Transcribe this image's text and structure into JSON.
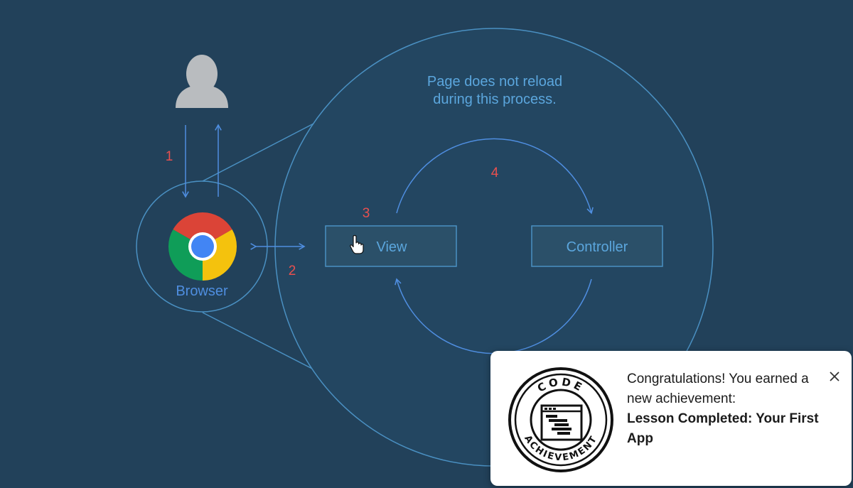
{
  "diagram": {
    "note_line1": "Page does not reload",
    "note_line2": "during this process.",
    "browser_label": "Browser",
    "view_label": "View",
    "controller_label": "Controller",
    "step_numbers": [
      "1",
      "2",
      "3",
      "4"
    ],
    "colors": {
      "background": "#22415a",
      "line": "#4a90c2",
      "arrow": "#4f8ee0",
      "text": "#5ba6dd",
      "step": "#e8504f",
      "box_fill": "#2b5069",
      "user_icon": "#b9bcbf"
    },
    "icons": [
      "user-icon",
      "chrome-icon",
      "hand-pointer-icon"
    ]
  },
  "notification": {
    "message": "Congratulations! You earned a new achievement:",
    "achievement": "Lesson Completed: Your First App",
    "badge_top_text": "CODE",
    "badge_bottom_text": "ACHIEVEMENT",
    "close_icon": "close-icon"
  }
}
